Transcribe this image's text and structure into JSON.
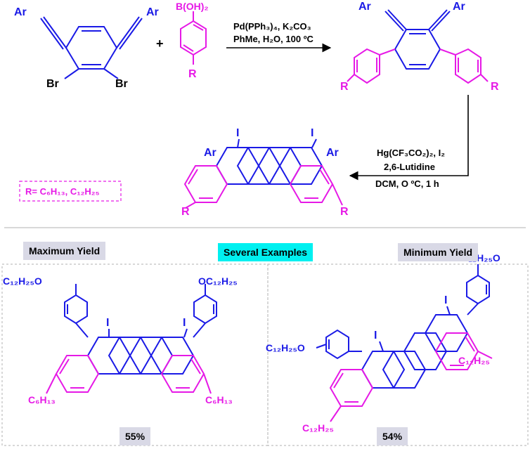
{
  "colors": {
    "arene_blue": "#1a1ae6",
    "aryl_magenta": "#e619e6",
    "max_badge_bg": "#d9d9e6",
    "several_badge_bg": "#00f0f0",
    "text_black": "#000000"
  },
  "reaction1": {
    "reagents_line1": "Pd(PPh₃)₄, K₂CO₃",
    "reagents_line2": "PhMe, H₂O, 100 ºC",
    "plus": "+",
    "boronic_acid": "B(OH)₂"
  },
  "reaction2": {
    "reagents_line1": "Hg(CF₃CO₂)₂, I₂",
    "reagents_line2": "2,6-Lutidine",
    "reagents_line3": "DCM, O ºC, 1 h"
  },
  "atom_labels": {
    "ar": "Ar",
    "br": "Br",
    "r": "R",
    "i": "I"
  },
  "r_groups": "R= C₆H₁₃,  C₁₂H₂₅",
  "examples": {
    "max_label": "Maximum Yield",
    "several_label": "Several Examples",
    "min_label": "Minimum Yield",
    "max_yield": "55%",
    "min_yield": "54%",
    "alkoxy": "C₁₂H₂₅O",
    "alkoxy_right": "OC₁₂H₂₅",
    "hexyl": "C₆H₁₃",
    "dodecyl": "C₁₂H₂₅"
  }
}
